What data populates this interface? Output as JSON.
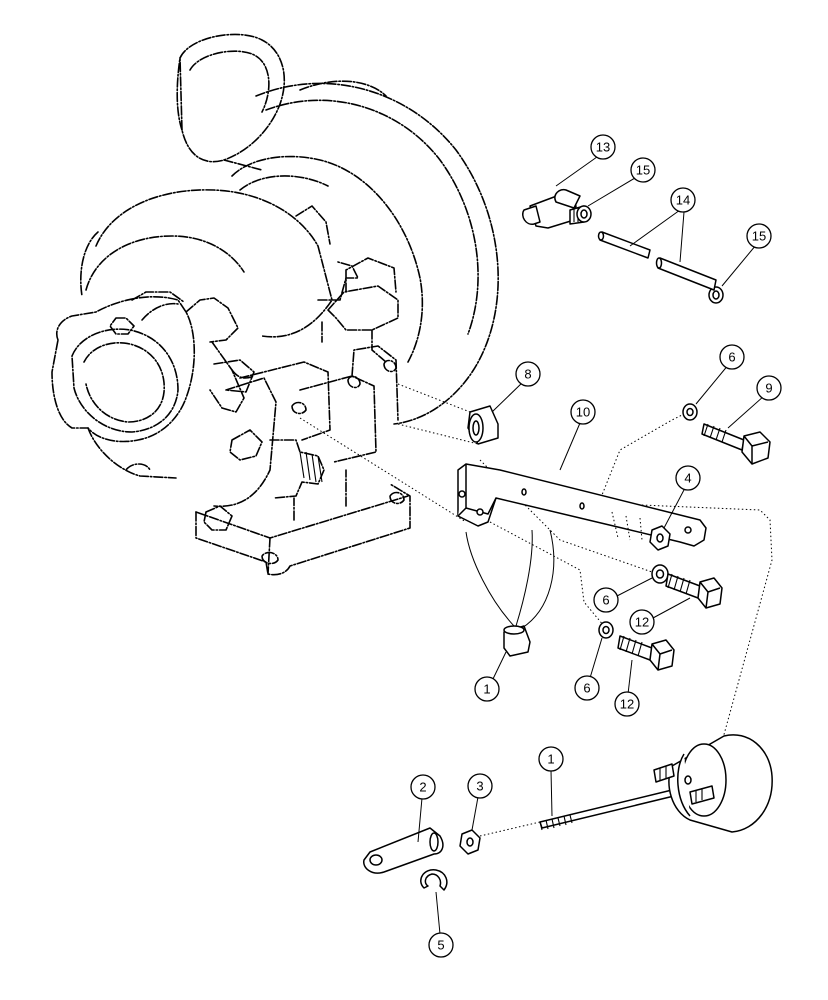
{
  "callouts": [
    {
      "id": "c13a",
      "label": "13"
    },
    {
      "id": "c15a",
      "label": "15"
    },
    {
      "id": "c14",
      "label": "14"
    },
    {
      "id": "c15b",
      "label": "15"
    },
    {
      "id": "c8",
      "label": "8"
    },
    {
      "id": "c6a",
      "label": "6"
    },
    {
      "id": "c9",
      "label": "9"
    },
    {
      "id": "c10",
      "label": "10"
    },
    {
      "id": "c4",
      "label": "4"
    },
    {
      "id": "c6b",
      "label": "6"
    },
    {
      "id": "c12a",
      "label": "12"
    },
    {
      "id": "c6c",
      "label": "6"
    },
    {
      "id": "c12b",
      "label": "12"
    },
    {
      "id": "c1a",
      "label": "1"
    },
    {
      "id": "c1b",
      "label": "1"
    },
    {
      "id": "c2",
      "label": "2"
    },
    {
      "id": "c3",
      "label": "3"
    },
    {
      "id": "c5",
      "label": "5"
    }
  ]
}
